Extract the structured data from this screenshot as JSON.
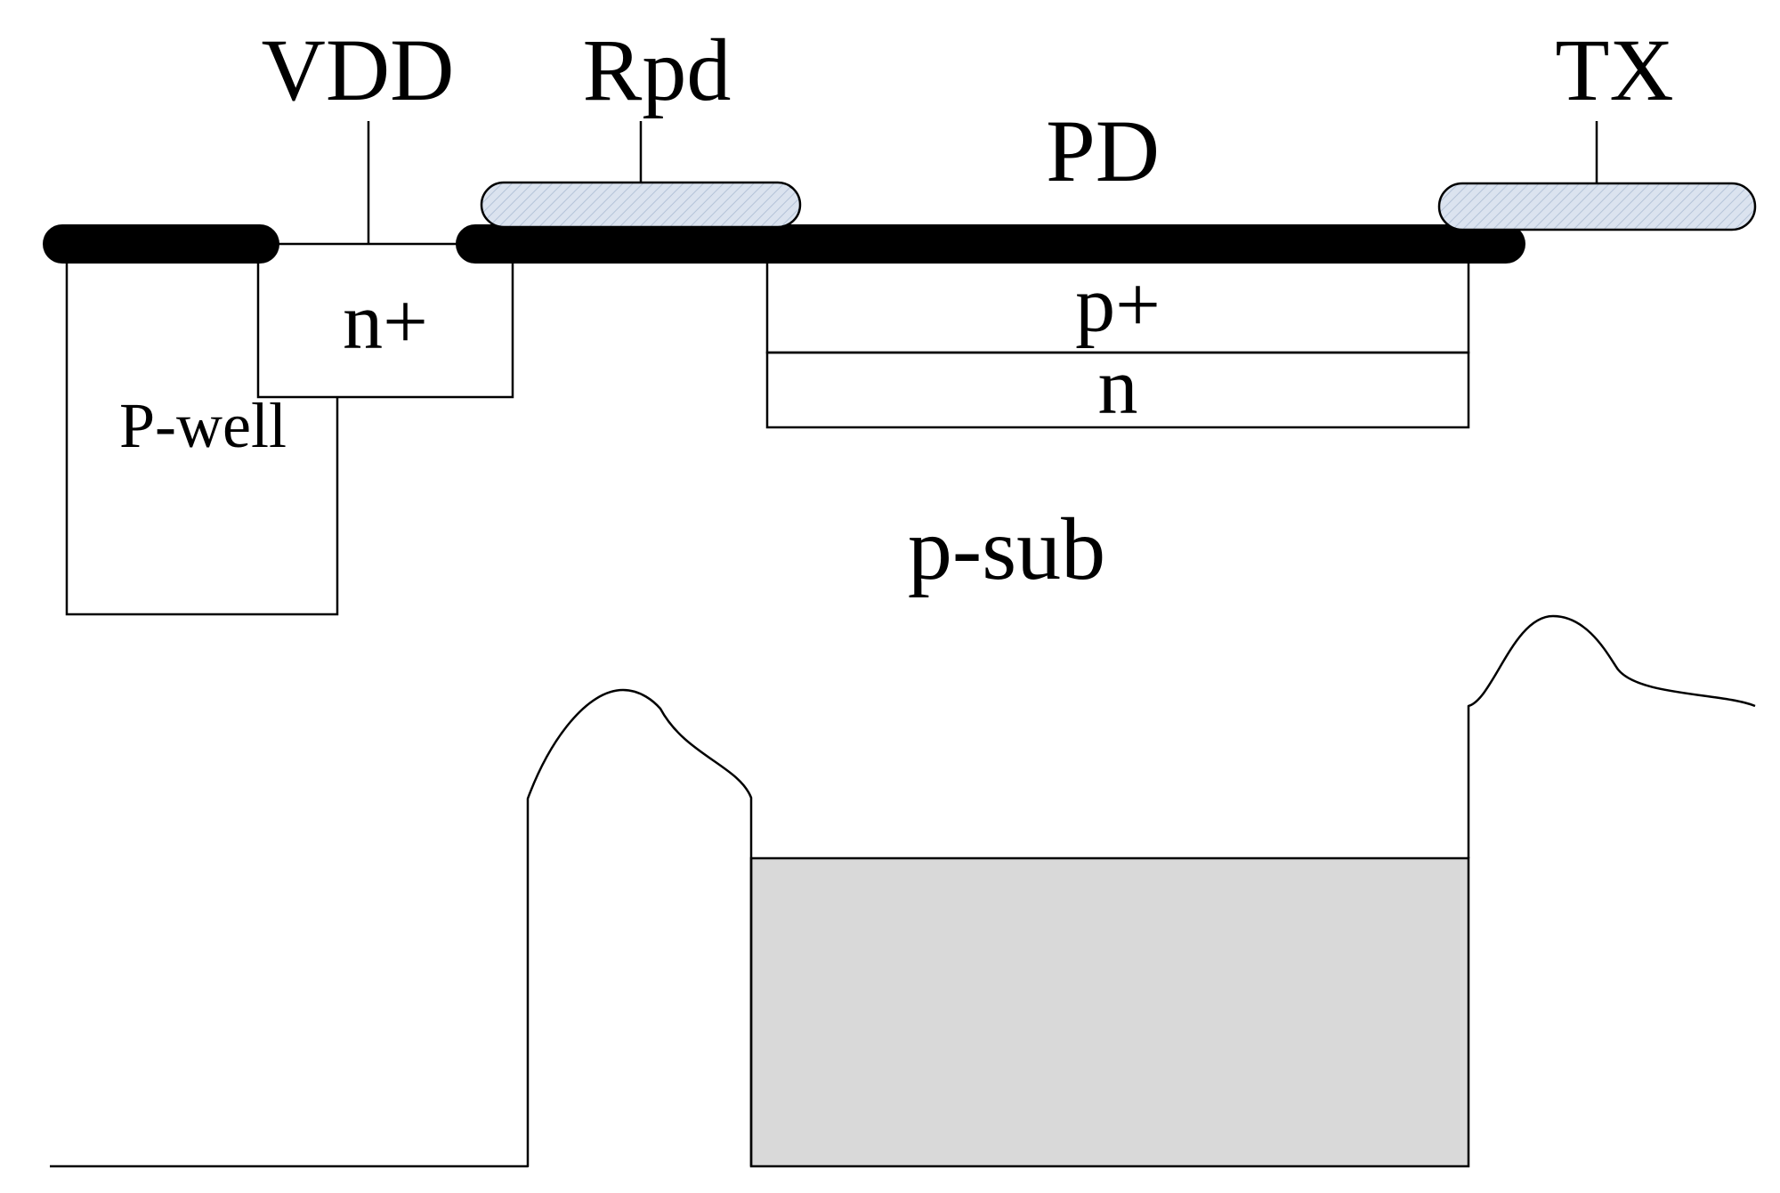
{
  "diagram": {
    "terminals": {
      "vdd": "VDD",
      "rpd": "Rpd",
      "tx": "TX",
      "pd": "PD"
    },
    "regions": {
      "n_plus": "n+",
      "p_well": "P-well",
      "p_plus": "p+",
      "n": "n",
      "p_sub": "p-sub"
    }
  },
  "colors": {
    "outline": "#000000",
    "gate_fill": "#dbe3ef",
    "gate_hatch": "#b4c3d8",
    "well_fill": "#d9d9d9",
    "background": "#ffffff"
  }
}
